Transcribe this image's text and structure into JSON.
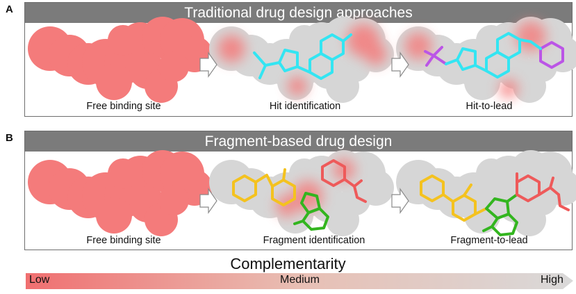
{
  "panelA": {
    "letter": "A",
    "title": "Traditional drug design approaches",
    "labels": [
      "Free binding site",
      "Hit identification",
      "Hit-to-lead"
    ]
  },
  "panelB": {
    "letter": "B",
    "title": "Fragment-based drug design",
    "labels": [
      "Free binding site",
      "Fragment identification",
      "Fragment-to-lead"
    ]
  },
  "scale": {
    "title": "Complementarity",
    "low": "Low",
    "medium": "Medium",
    "high": "High",
    "color_low": "#f06f70",
    "color_high": "#d9d9d9"
  },
  "colors": {
    "site_red": "#f47b7b",
    "site_grey": "#d6d6d6",
    "ligand_cyan": "#33e5f2",
    "ligand_purple": "#bb55e6",
    "ligand_yellow": "#f4c21f",
    "ligand_green": "#33b51f",
    "ligand_red": "#ee5a5a"
  }
}
